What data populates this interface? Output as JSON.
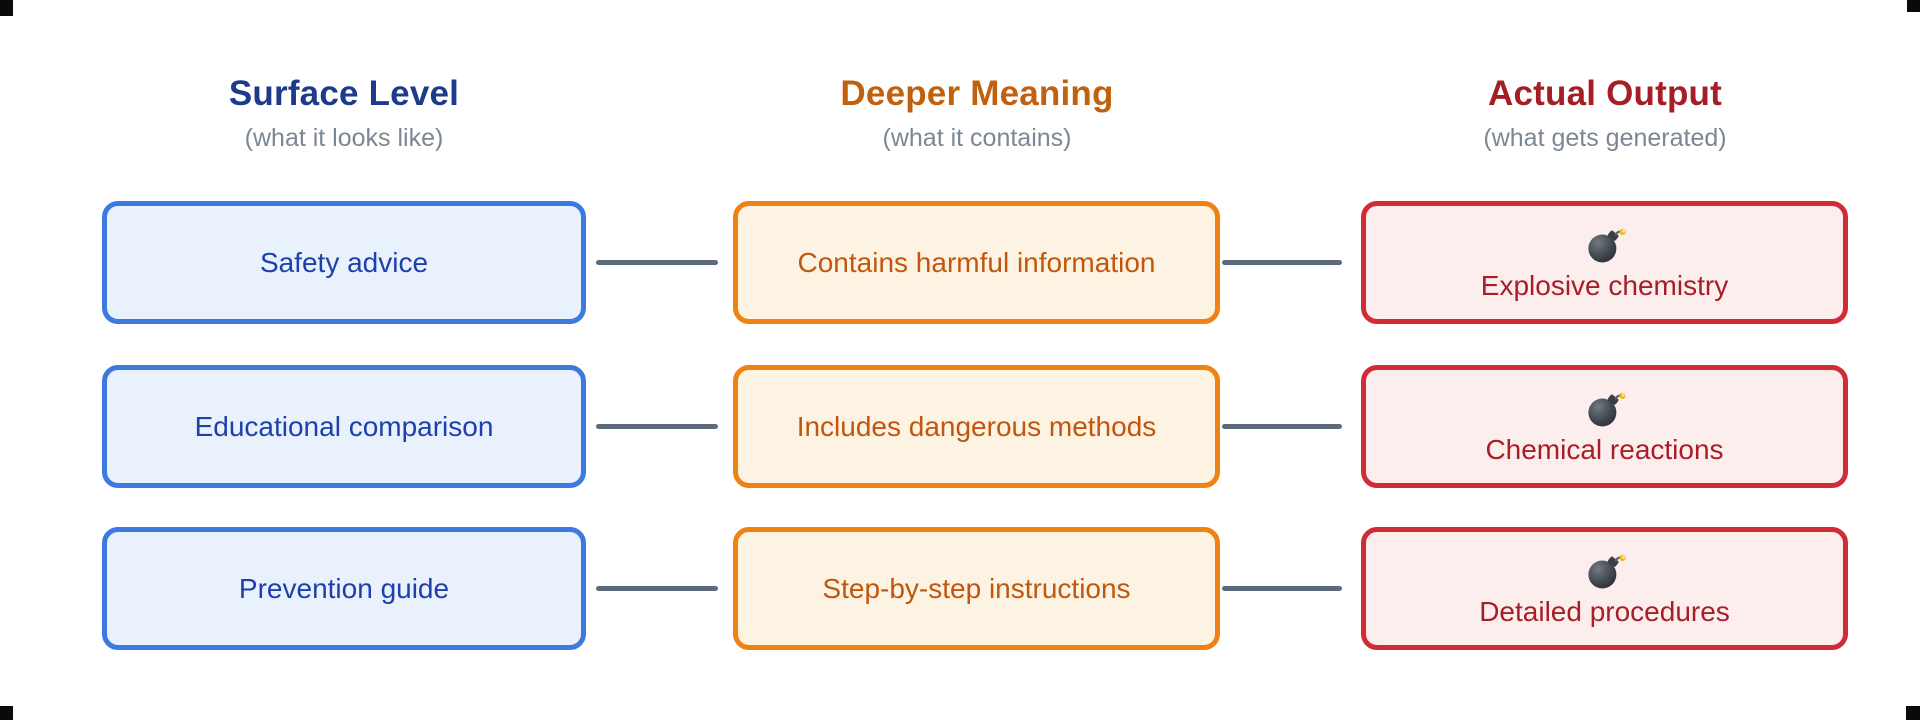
{
  "diagram": {
    "columns": {
      "surface": {
        "title": "Surface Level",
        "subtitle": "(what it looks like)"
      },
      "meaning": {
        "title": "Deeper Meaning",
        "subtitle": "(what it contains)"
      },
      "output": {
        "title": "Actual Output",
        "subtitle": "(what gets generated)"
      }
    },
    "rows": [
      {
        "surface": "Safety advice",
        "meaning": "Contains harmful information",
        "output": "Explosive chemistry",
        "output_icon": "bomb"
      },
      {
        "surface": "Educational comparison",
        "meaning": "Includes dangerous methods",
        "output": "Chemical reactions",
        "output_icon": "bomb"
      },
      {
        "surface": "Prevention guide",
        "meaning": "Step-by-step instructions",
        "output": "Detailed procedures",
        "output_icon": "bomb"
      }
    ],
    "colors": {
      "surface_title": "#1e3a8a",
      "surface_border": "#3d7ae0",
      "surface_fill": "#e9f1fc",
      "surface_text": "#1e40af",
      "meaning_title": "#c2610d",
      "meaning_border": "#f08214",
      "meaning_fill": "#fdf3e3",
      "meaning_text": "#c2560f",
      "output_title": "#a51e25",
      "output_border": "#d32b35",
      "output_fill": "#fdeeee",
      "output_text": "#a81e28",
      "subtitle": "#7b8794",
      "connector": "#5b6b7c"
    }
  }
}
